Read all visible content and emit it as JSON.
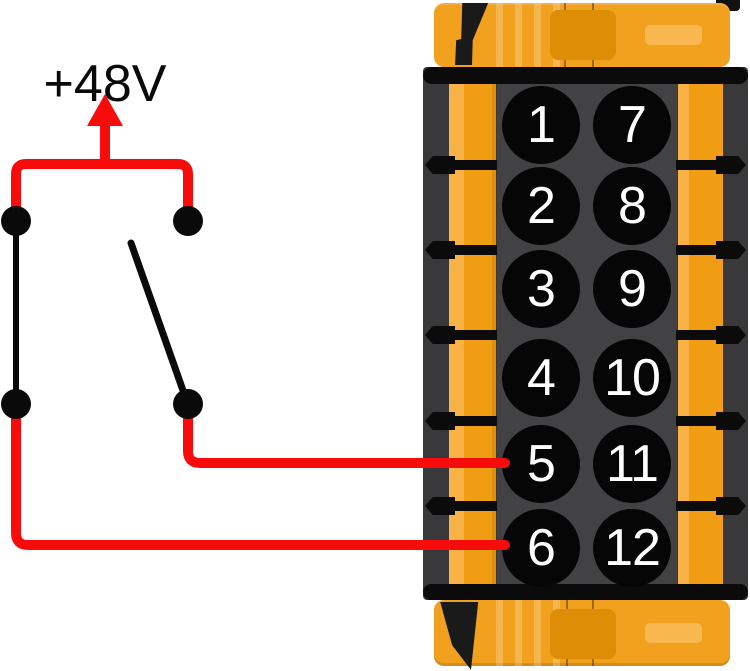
{
  "supply": {
    "label": "+48V",
    "wire_color": "#f80b0b"
  },
  "switches": {
    "left_contact": {
      "state": "closed"
    },
    "right_contact": {
      "state": "open"
    }
  },
  "connector": {
    "pins_left": [
      "1",
      "2",
      "3",
      "4",
      "5",
      "6"
    ],
    "pins_right": [
      "7",
      "8",
      "9",
      "10",
      "11",
      "12"
    ],
    "body_color": "#39393b",
    "accent_color": "#f2a11f",
    "pin_hole_color": "#060606",
    "pin_label_color": "#ffffff"
  },
  "wiring": {
    "connections": [
      {
        "from": "+48V supply through open switch contact",
        "to_pin": "5"
      },
      {
        "from": "+48V supply through closed contact",
        "to_pin": "6"
      }
    ]
  }
}
